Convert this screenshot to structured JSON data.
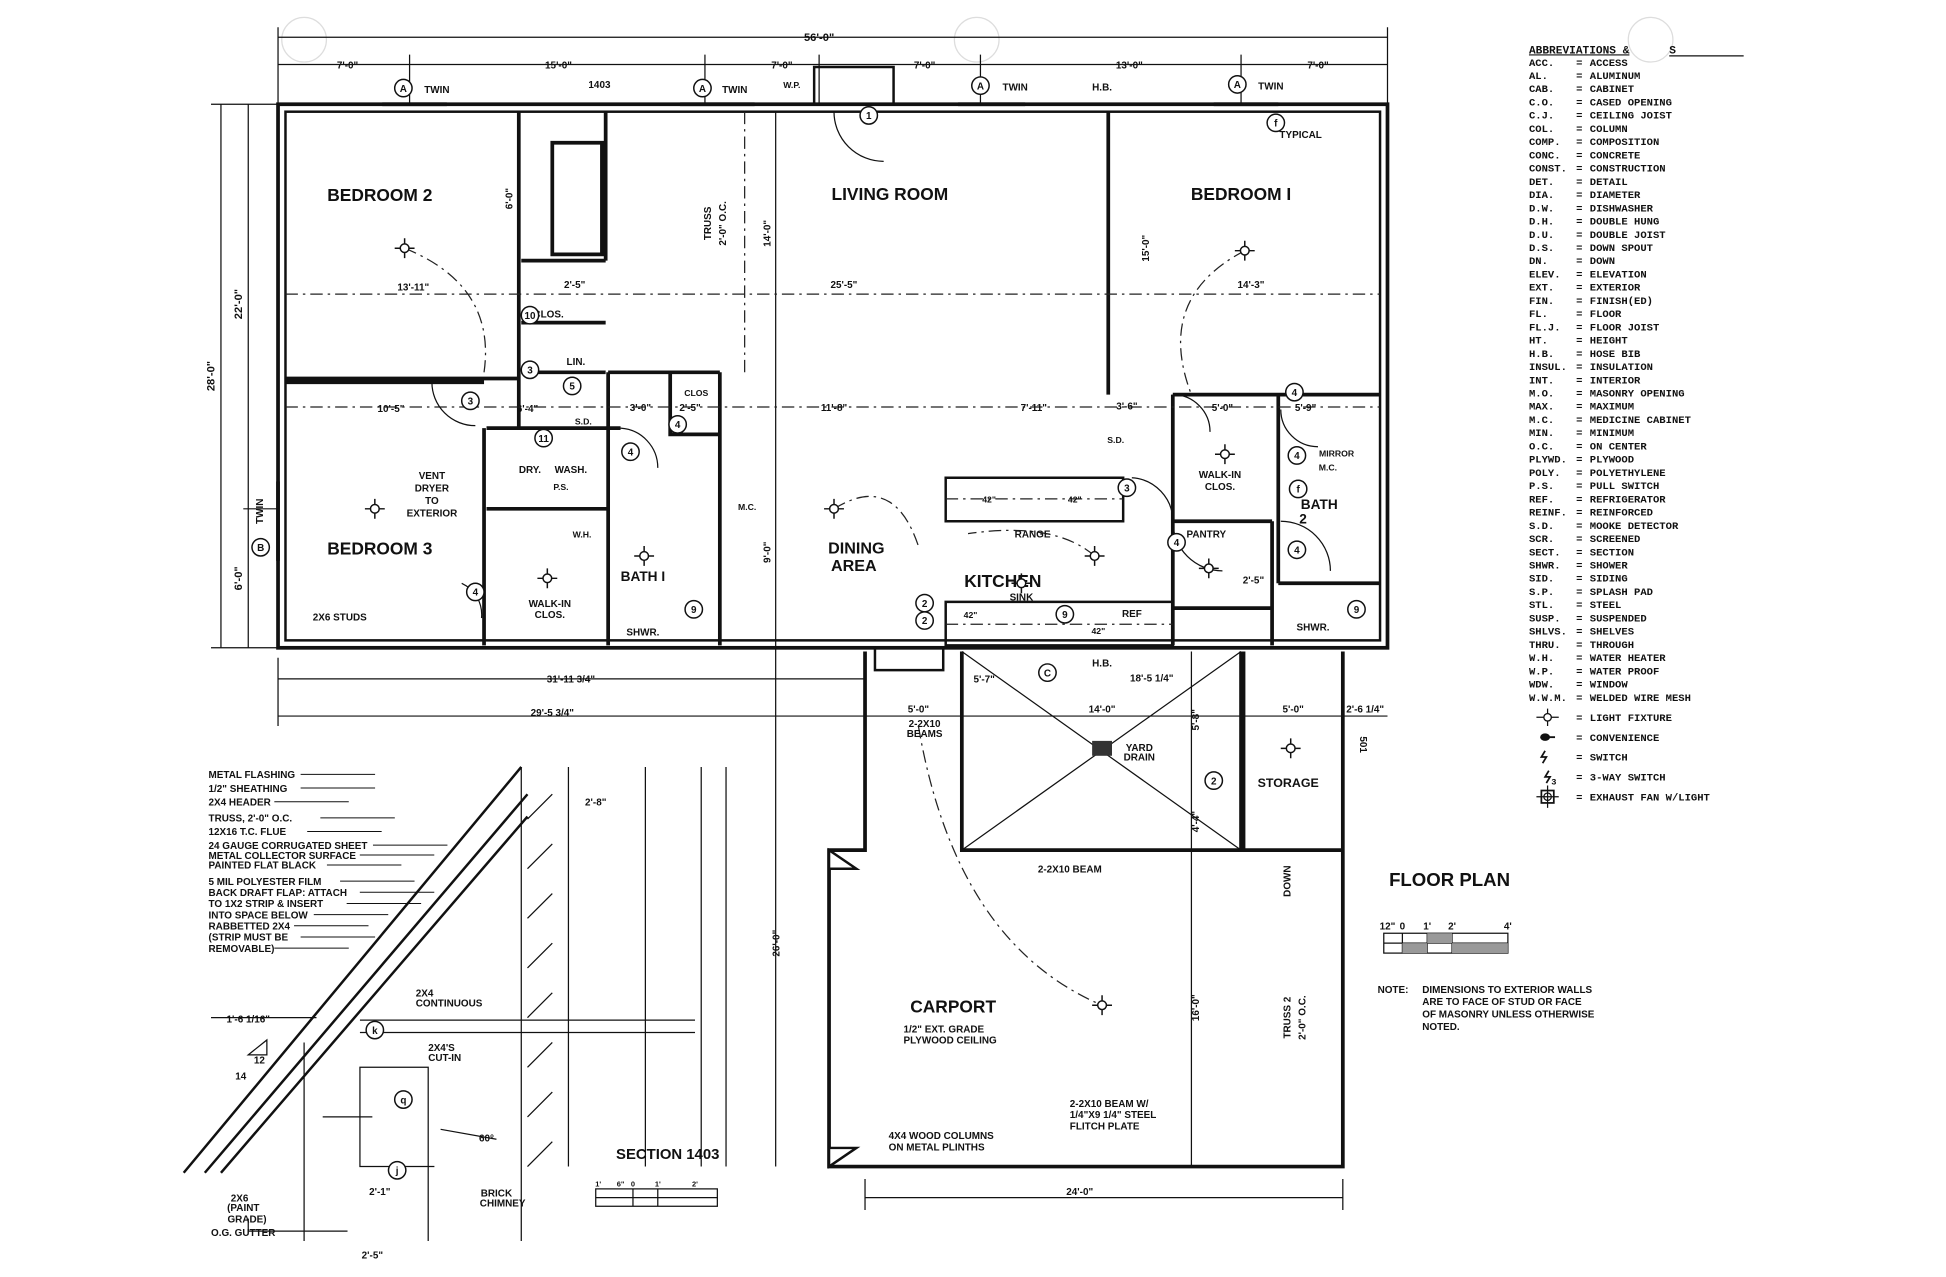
{
  "title": "FLOOR PLAN",
  "rooms": {
    "bedroom2": "BEDROOM 2",
    "bedroom1": "BEDROOM I",
    "bedroom3": "BEDROOM 3",
    "living_room": "LIVING ROOM",
    "dining": "DINING",
    "area": "AREA",
    "kitchen": "KITCHEN",
    "bath1": "BATH I",
    "bath2_a": "BATH",
    "bath2_b": "2",
    "walkin_a": "WALK-IN",
    "walkin_b": "CLOS.",
    "walkin2_a": "WALK-IN",
    "walkin2_b": "CLOS.",
    "pantry": "PANTRY",
    "storage": "STORAGE",
    "carport": "CARPORT",
    "carport_note_1": "1/2\" EXT. GRADE",
    "carport_note_2": "PLYWOOD CEILING",
    "clos": "CLOS.",
    "lin": "LIN.",
    "clos2": "CLOS",
    "shwr1": "SHWR.",
    "shwr2": "SHWR."
  },
  "dimensions": {
    "overall_width": "56'-0\"",
    "top": [
      "7'-0\"",
      "15'-0\"",
      "7'-0\"",
      "7'-0\"",
      "13'-0\"",
      "7'-0\""
    ],
    "interior": [
      "13'-11\"",
      "25'-5\"",
      "14'-3\"",
      "10'-5\"",
      "6'-4\"",
      "3'-0\"",
      "2'-5\"",
      "11'-8\"",
      "7'-11\"",
      "3'-6\"",
      "5'-0\"",
      "5'-9\"",
      "2'-5\"",
      "2'-5\""
    ],
    "left": [
      "28'-0\"",
      "22'-0\"",
      "6'-0\""
    ],
    "vertical": [
      "14'-0\"",
      "9'-0\"",
      "15'-0\"",
      "6'-0\"",
      "5'-8\"",
      "4'-4\"",
      "26'-0\"",
      "16'-0\""
    ],
    "bottom": [
      "31'-11 3/4\"",
      "29'-5 3/4\"",
      "5'-0\"",
      "14'-0\"",
      "5'-0\"",
      "2'-6 1/4\"",
      "5'-7\"",
      "18'-5 1/4\"",
      "24'-0\""
    ]
  },
  "callouts": {
    "twin": "TWIN",
    "section_ref": "1403",
    "wp": "W.P.",
    "hb": "H.B.",
    "typical": "TYPICAL",
    "truss_a": "TRUSS",
    "truss_b": "2'-0\" O.C.",
    "vent": [
      "VENT",
      "DRYER",
      "TO",
      "EXTERIOR"
    ],
    "dry": "DRY.",
    "wash": "WASH.",
    "ps": "P.S.",
    "wh": "W.H.",
    "mc": "M.C.",
    "mirror": "MIRROR",
    "mc2": "M.C.",
    "sd": "S.D.",
    "sd2": "S.D.",
    "range": "RANGE",
    "sink": "SINK",
    "ref": "REF",
    "counter_height": "42\"",
    "yard_drain": [
      "YARD",
      "DRAIN"
    ],
    "beams": [
      "2-2X10",
      "BEAMS"
    ],
    "beam": "2-2X10 BEAM",
    "down": "DOWN",
    "studs": "2X6 STUDS",
    "hb2": "H.B.",
    "ref_501": "501",
    "flitch": [
      "2-2X10 BEAM W/",
      "1/4\"X9 1/4\" STEEL",
      "FLITCH PLATE"
    ],
    "columns": [
      "4X4 WOOD COLUMNS",
      "ON METAL PLINTHS"
    ],
    "truss2_a": "TRUSS 2",
    "truss2_b": "2'-0\" O.C."
  },
  "tags": [
    "A",
    "A",
    "A",
    "A",
    "B",
    "1",
    "f",
    "3",
    "10",
    "3",
    "5",
    "11",
    "4",
    "4",
    "4",
    "9",
    "2",
    "2",
    "C",
    "3",
    "4",
    "4",
    "4",
    "4",
    "9",
    "f",
    "2",
    "9",
    "k",
    "q",
    "j"
  ],
  "section": {
    "title": "SECTION 1403",
    "labels": [
      "METAL FLASHING",
      "1/2\" SHEATHING",
      "2X4 HEADER",
      "TRUSS, 2'-0\" O.C.",
      "12X16 T.C. FLUE",
      "24 GAUGE CORRUGATED SHEET",
      "METAL COLLECTOR SURFACE",
      "PAINTED FLAT BLACK",
      "5 MIL POLYESTER FILM",
      "BACK DRAFT FLAP: ATTACH",
      "TO 1X2 STRIP & INSERT",
      "INTO SPACE BELOW",
      "RABBETTED 2X4",
      "(STRIP MUST BE",
      "REMOVABLE)"
    ],
    "dim_28": "2'-8\"",
    "continuous": [
      "2X4",
      "CONTINUOUS"
    ],
    "dim_16": "1'-6 1/16\"",
    "pitch_rise": "12",
    "pitch_run": "14",
    "cutin": [
      "2X4'S",
      "CUT-IN"
    ],
    "angle": "60°",
    "gutter": [
      "2X6",
      "(PAINT",
      "GRADE)",
      "O.G. GUTTER"
    ],
    "chimney": [
      "BRICK",
      "CHIMNEY"
    ],
    "dim_21": "2'-1\"",
    "dim_25": "2'-5\"",
    "scale": [
      "1'",
      "6\"",
      "0",
      "1'",
      "2'"
    ]
  },
  "scale_bar": [
    "12\"",
    "0",
    "1'",
    "2'",
    "4'"
  ],
  "note": {
    "label": "NOTE:",
    "lines": [
      "DIMENSIONS TO EXTERIOR WALLS",
      "ARE TO FACE OF STUD OR FACE",
      "OF MASONRY UNLESS OTHERWISE",
      "NOTED."
    ]
  },
  "legend": {
    "heading": "ABBREVIATIONS &",
    "heading_tail": "S",
    "items": [
      [
        "ACC.",
        "ACCESS"
      ],
      [
        "AL.",
        "ALUMINUM"
      ],
      [
        "CAB.",
        "CABINET"
      ],
      [
        "C.O.",
        "CASED OPENING"
      ],
      [
        "C.J.",
        "CEILING JOIST"
      ],
      [
        "COL.",
        "COLUMN"
      ],
      [
        "COMP.",
        "COMPOSITION"
      ],
      [
        "CONC.",
        "CONCRETE"
      ],
      [
        "CONST.",
        "CONSTRUCTION"
      ],
      [
        "DET.",
        "DETAIL"
      ],
      [
        "DIA.",
        "DIAMETER"
      ],
      [
        "D.W.",
        "DISHWASHER"
      ],
      [
        "D.H.",
        "DOUBLE HUNG"
      ],
      [
        "D.U.",
        "DOUBLE JOIST"
      ],
      [
        "D.S.",
        "DOWN SPOUT"
      ],
      [
        "DN.",
        "DOWN"
      ],
      [
        "ELEV.",
        "ELEVATION"
      ],
      [
        "EXT.",
        "EXTERIOR"
      ],
      [
        "FIN.",
        "FINISH(ED)"
      ],
      [
        "FL.",
        "FLOOR"
      ],
      [
        "FL.J.",
        "FLOOR JOIST"
      ],
      [
        "HT.",
        "HEIGHT"
      ],
      [
        "H.B.",
        "HOSE BIB"
      ],
      [
        "INSUL.",
        "INSULATION"
      ],
      [
        "INT.",
        "INTERIOR"
      ],
      [
        "M.O.",
        "MASONRY OPENING"
      ],
      [
        "MAX.",
        "MAXIMUM"
      ],
      [
        "M.C.",
        "MEDICINE CABINET"
      ],
      [
        "MIN.",
        "MINIMUM"
      ],
      [
        "O.C.",
        "ON CENTER"
      ],
      [
        "PLYWD.",
        "PLYWOOD"
      ],
      [
        "POLY.",
        "POLYETHYLENE"
      ],
      [
        "P.S.",
        "PULL SWITCH"
      ],
      [
        "REF.",
        "REFRIGERATOR"
      ],
      [
        "REINF.",
        "REINFORCED"
      ],
      [
        "S.D.",
        "MOOKE DETECTOR"
      ],
      [
        "SCR.",
        "SCREENED"
      ],
      [
        "SECT.",
        "SECTION"
      ],
      [
        "SHWR.",
        "SHOWER"
      ],
      [
        "SID.",
        "SIDING"
      ],
      [
        "S.P.",
        "SPLASH PAD"
      ],
      [
        "STL.",
        "STEEL"
      ],
      [
        "SUSP.",
        "SUSPENDED"
      ],
      [
        "SHLVS.",
        "SHELVES"
      ],
      [
        "THRU.",
        "THROUGH"
      ],
      [
        "W.H.",
        "WATER HEATER"
      ],
      [
        "W.P.",
        "WATER PROOF"
      ],
      [
        "WDW.",
        "WINDOW"
      ],
      [
        "W.W.M.",
        "WELDED WIRE MESH"
      ]
    ],
    "symbols": [
      {
        "icon": "light-fixture",
        "label": "LIGHT FIXTURE"
      },
      {
        "icon": "convenience-outlet",
        "label": "CONVENIENCE"
      },
      {
        "icon": "switch",
        "label": "SWITCH"
      },
      {
        "icon": "three-way-switch",
        "label": "3-WAY SWITCH"
      },
      {
        "icon": "exhaust-fan",
        "label": "EXHAUST FAN W/LIGHT"
      }
    ]
  }
}
